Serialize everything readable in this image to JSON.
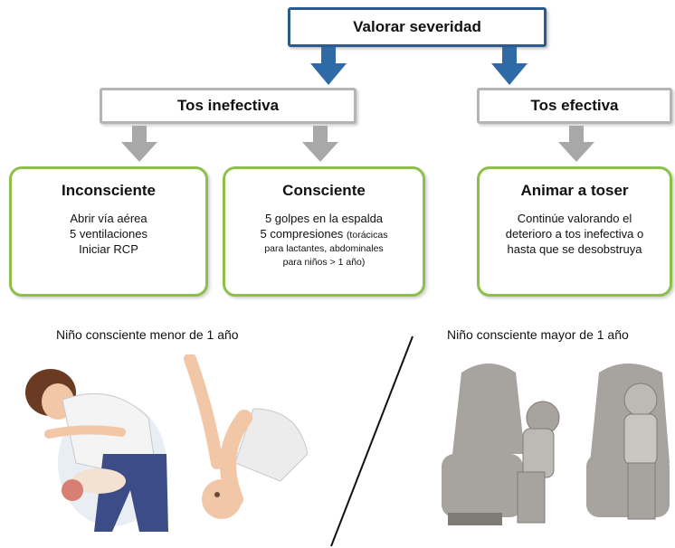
{
  "top": {
    "label": "Valorar severidad"
  },
  "branches": {
    "left": {
      "label": "Tos inefectiva"
    },
    "right": {
      "label": "Tos efectiva"
    }
  },
  "cards": [
    {
      "title": "Inconsciente",
      "lines": [
        "Abrir vía aérea",
        "5 ventilaciones",
        "Iniciar RCP"
      ]
    },
    {
      "title": "Consciente",
      "lines": [
        "5 golpes en la espalda",
        "5 compresiones"
      ],
      "note": [
        "(torácicas",
        "para lactantes, abdominales",
        "para niños > 1 año)"
      ]
    },
    {
      "title": "Animar a toser",
      "lines": [
        "Continúe valorando el",
        "deterioro a tos inefectiva o",
        "hasta que se desobstruya"
      ]
    }
  ],
  "captions": {
    "left": "Niño consciente menor de 1 año",
    "right": "Niño consciente mayor de 1 año"
  },
  "colors": {
    "top_border": "#2d5a8c",
    "blue_arrow": "#2e6aa6",
    "gray_border": "#b4b4b4",
    "gray_arrow": "#a8a8a8",
    "green_border": "#8dc049"
  }
}
